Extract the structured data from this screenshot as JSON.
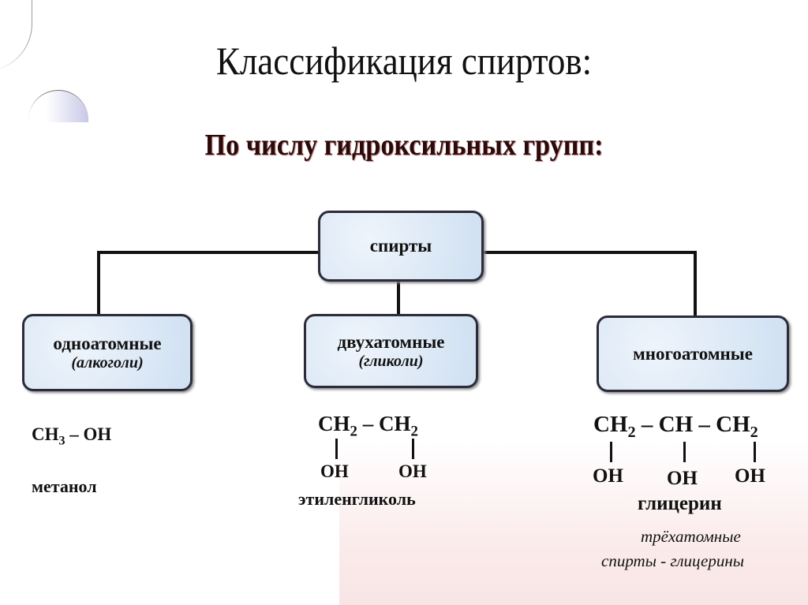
{
  "title": "Классификация спиртов:",
  "subtitle": "По числу  гидроксильных групп:",
  "root": {
    "label": "спирты"
  },
  "categories": [
    {
      "label": "одноатомные",
      "note": "(алкоголи)",
      "formula": [
        "CH",
        "3",
        " – OH"
      ],
      "example": "метанол"
    },
    {
      "label": "двухатомные",
      "note": "(гликоли)",
      "formula": [
        "CH",
        "2",
        " – CH",
        "2"
      ],
      "oh": [
        "OH",
        "OH"
      ],
      "example": "этиленгликоль"
    },
    {
      "label": "многоатомные",
      "formula": [
        "CH",
        "2",
        " – CH – CH",
        "2"
      ],
      "oh": [
        "OH",
        "OH",
        "OH"
      ],
      "example": "глицерин",
      "note_lines": [
        "трёхатомные",
        "спирты - глицерины"
      ]
    }
  ]
}
